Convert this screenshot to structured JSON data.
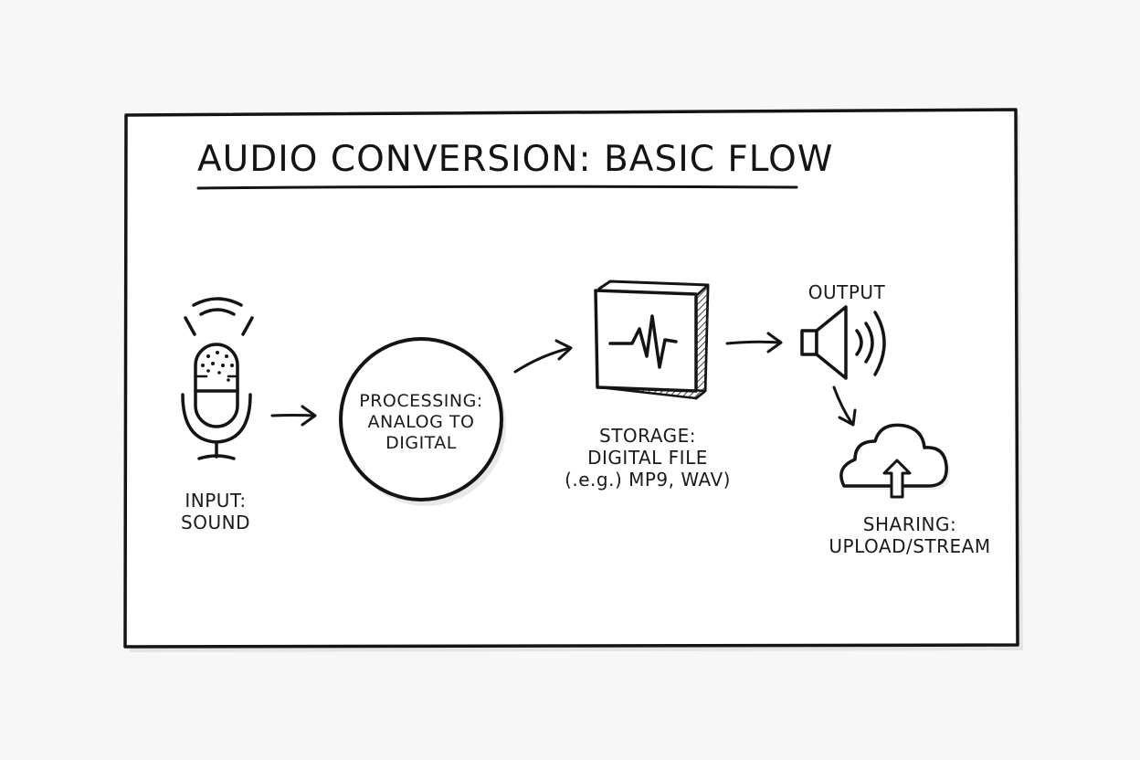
{
  "title": "AUDIO CONVERSION: BASIC FLOW",
  "nodes": [
    {
      "id": "input",
      "lines": [
        "INPUT:",
        "SOUND"
      ],
      "icon": "microphone-icon"
    },
    {
      "id": "processing",
      "lines": [
        "PROCESSING:",
        "ANALOG TO",
        "DIGITAL"
      ],
      "icon": "circle"
    },
    {
      "id": "storage",
      "lines": [
        "STORAGE:",
        "DIGITAL FILE",
        "(.e.g.) MP9, WAV)"
      ],
      "icon": "waveform-box-icon"
    },
    {
      "id": "output",
      "lines": [
        "OUTPUT"
      ],
      "icon": "speaker-icon"
    },
    {
      "id": "sharing",
      "lines": [
        "SHARING:",
        "UPLOAD/STREAM"
      ],
      "icon": "cloud-upload-icon"
    }
  ],
  "edges": [
    {
      "from": "input",
      "to": "processing"
    },
    {
      "from": "processing",
      "to": "storage"
    },
    {
      "from": "storage",
      "to": "output"
    },
    {
      "from": "output",
      "to": "sharing"
    }
  ],
  "colors": {
    "ink": "#141414",
    "paper": "#ffffff",
    "background": "#f7f7f7"
  }
}
